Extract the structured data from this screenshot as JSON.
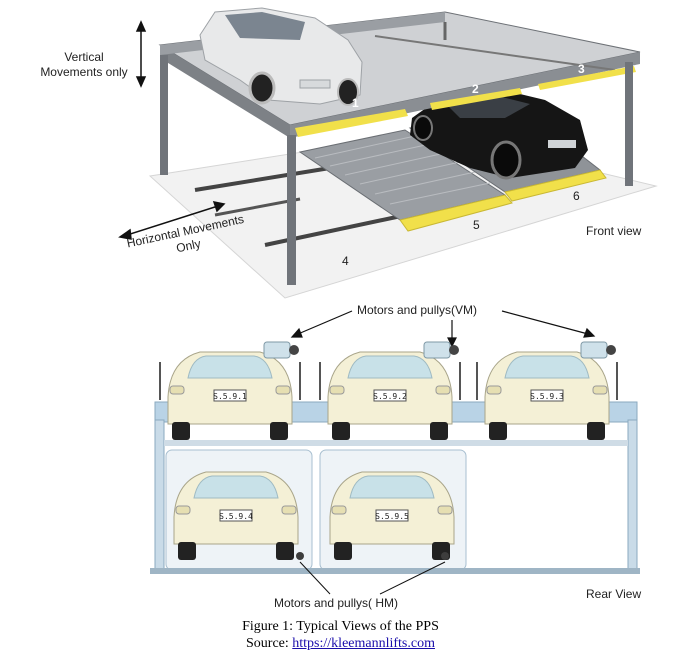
{
  "front_view": {
    "title": "Front view",
    "vertical_label": "Vertical\nMovements only",
    "horizontal_label": "Horizontal Movements\nOnly",
    "slot_numbers": [
      "1",
      "2",
      "3",
      "4",
      "5",
      "6"
    ]
  },
  "rear_view": {
    "title": "Rear View",
    "vm_label": "Motors and pullys(VM)",
    "hm_label": "Motors and pullys( HM)",
    "plates_top": [
      "S.5.9.1",
      "S.5.9.2",
      "S.5.9.3"
    ],
    "plates_bottom": [
      "S.5.9.4",
      "S.5.9.5"
    ]
  },
  "caption": {
    "line1": "Figure 1: Typical Views of the PPS",
    "source_prefix": "Source: ",
    "source_link": "https://kleemannlifts.com"
  },
  "colors": {
    "steel": "#7d8186",
    "pallet_yellow": "#f1e04a",
    "floor": "#f3f3f3",
    "rear_blue": "#b9d3e6"
  }
}
